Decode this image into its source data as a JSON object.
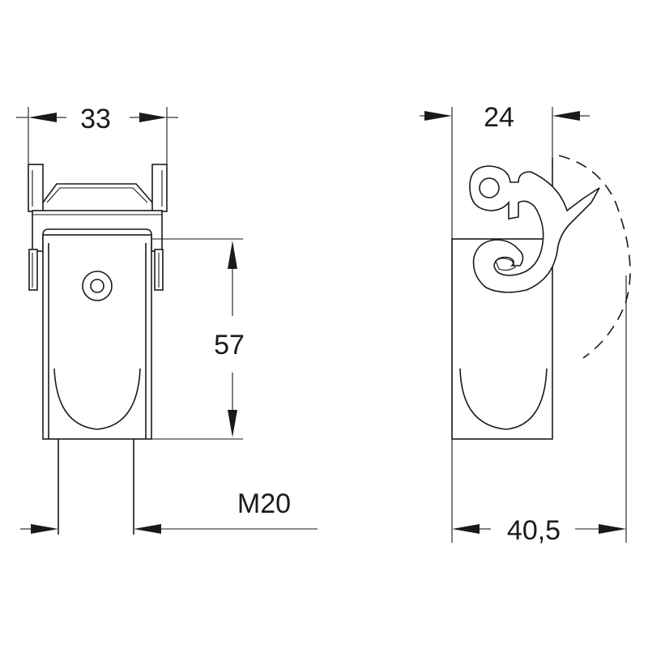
{
  "dimensions": {
    "front_width": "33",
    "front_height": "57",
    "thread": "M20",
    "side_width": "24",
    "side_depth": "40,5"
  }
}
